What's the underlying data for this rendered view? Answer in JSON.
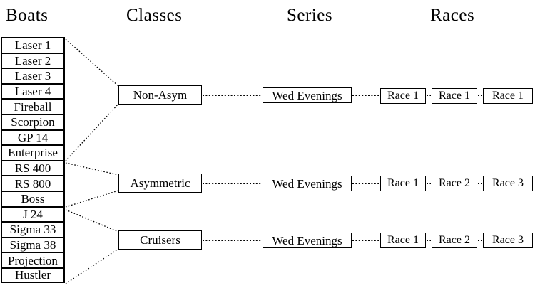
{
  "headers": {
    "boats": "Boats",
    "classes": "Classes",
    "series": "Series",
    "races": "Races"
  },
  "boats": [
    "Laser 1",
    "Laser 2",
    "Laser 3",
    "Laser 4",
    "Fireball",
    "Scorpion",
    "GP 14",
    "Enterprise",
    "RS 400",
    "RS 800",
    "Boss",
    "J 24",
    "Sigma 33",
    "Sigma 38",
    "Projection",
    "Hustler"
  ],
  "classes": [
    {
      "label": "Non-Asym",
      "series": "Wed Evenings",
      "races": [
        "Race 1",
        "Race 1",
        "Race 1"
      ]
    },
    {
      "label": "Asymmetric",
      "series": "Wed Evenings",
      "races": [
        "Race 1",
        "Race 2",
        "Race 3"
      ]
    },
    {
      "label": "Cruisers",
      "series": "Wed Evenings",
      "races": [
        "Race 1",
        "Race 2",
        "Race 3"
      ]
    }
  ],
  "colors": {
    "background": "#ffffff",
    "text": "#000000",
    "border": "#000000",
    "connector": "#000000"
  }
}
